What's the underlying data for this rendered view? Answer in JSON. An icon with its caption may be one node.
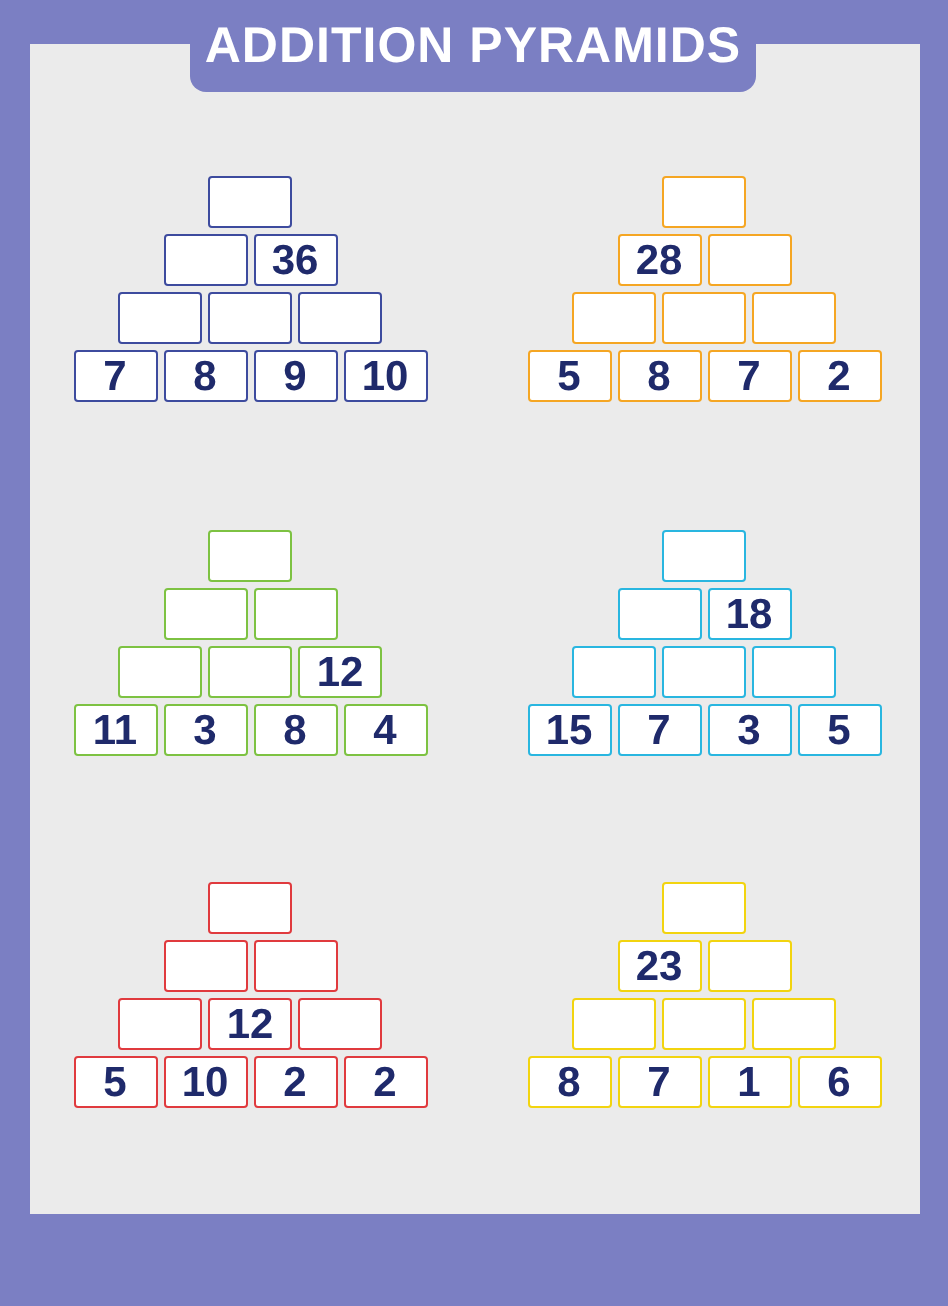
{
  "diagram": {
    "title": "ADDITION PYRAMIDS",
    "nodes": [
      {
        "text": [],
        "shape": "box"
      },
      {
        "text": [],
        "shape": "box"
      },
      {
        "text": [
          "36"
        ]
      },
      {
        "text": [],
        "shape": "box"
      },
      {
        "text": [],
        "shape": "box"
      },
      {
        "text": [],
        "shape": "box"
      },
      {
        "text": [
          "7"
        ]
      },
      {
        "text": [
          "8"
        ]
      },
      {
        "text": [
          "9"
        ]
      },
      {
        "text": [
          "10"
        ]
      },
      {
        "text": [],
        "shape": "box"
      },
      {
        "text": [
          "28"
        ]
      },
      {
        "text": [],
        "shape": "box"
      },
      {
        "text": [],
        "shape": "box"
      },
      {
        "text": [],
        "shape": "box"
      },
      {
        "text": [],
        "shape": "box"
      },
      {
        "text": [
          "5"
        ]
      },
      {
        "text": [
          "8"
        ]
      },
      {
        "text": [
          "7"
        ]
      },
      {
        "text": [
          "2"
        ]
      },
      {
        "text": [],
        "shape": "box"
      },
      {
        "text": [],
        "shape": "box"
      },
      {
        "text": [],
        "shape": "box"
      },
      {
        "text": [],
        "shape": "box"
      },
      {
        "text": [],
        "shape": "box"
      },
      {
        "text": [
          "12"
        ]
      },
      {
        "text": [
          "11"
        ]
      },
      {
        "text": [
          "3"
        ]
      },
      {
        "text": [
          "8"
        ]
      },
      {
        "text": [
          "4"
        ]
      },
      {
        "text": [],
        "shape": "box"
      },
      {
        "text": [],
        "shape": "box"
      },
      {
        "text": [
          "18"
        ]
      },
      {
        "text": [],
        "shape": "box"
      },
      {
        "text": [],
        "shape": "box"
      },
      {
        "text": [],
        "shape": "box"
      },
      {
        "text": [
          "15"
        ]
      },
      {
        "text": [
          "7"
        ]
      },
      {
        "text": [
          "3"
        ]
      },
      {
        "text": [
          "5"
        ]
      },
      {
        "text": [],
        "shape": "box"
      },
      {
        "text": [],
        "shape": "box"
      },
      {
        "text": [],
        "shape": "box"
      },
      {
        "text": [],
        "shape": "box"
      },
      {
        "text": [
          "12"
        ]
      },
      {
        "text": [],
        "shape": "box"
      },
      {
        "text": [
          "5"
        ]
      },
      {
        "text": [
          "10"
        ]
      },
      {
        "text": [
          "2"
        ]
      },
      {
        "text": [
          "2"
        ]
      },
      {
        "text": [],
        "shape": "box"
      },
      {
        "text": [
          "23"
        ]
      },
      {
        "text": [],
        "shape": "box"
      },
      {
        "text": [],
        "shape": "box"
      },
      {
        "text": [],
        "shape": "box"
      },
      {
        "text": [],
        "shape": "box"
      },
      {
        "text": [
          "8"
        ]
      },
      {
        "text": [
          "7"
        ]
      },
      {
        "text": [
          "1"
        ]
      },
      {
        "text": [
          "6"
        ]
      }
    ]
  }
}
